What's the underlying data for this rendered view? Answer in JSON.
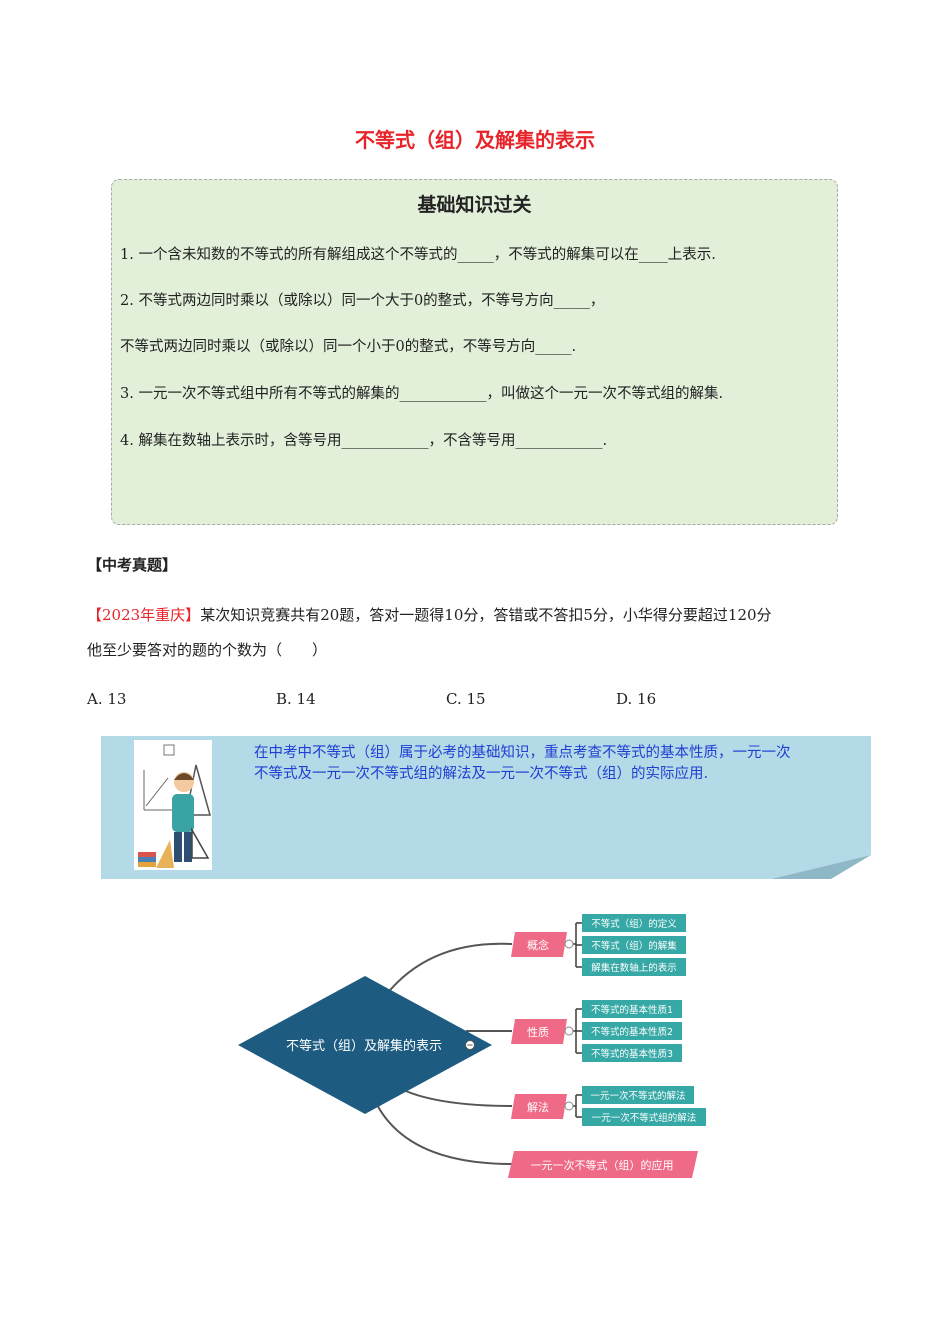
{
  "title": "不等式（组）及解集的表示",
  "knowledge": {
    "heading": "基础知识过关",
    "items": [
      "1.  一个含未知数的不等式的所有解组成这个不等式的_____，不等式的解集可以在____上表示.",
      "2.  不等式两边同时乘以（或除以）同一个大于0的整式，不等号方向_____，",
      "     不等式两边同时乘以（或除以）同一个小于0的整式，不等号方向_____.",
      "3.  一元一次不等式组中所有不等式的解集的____________，叫做这个一元一次不等式组的解集.",
      "4.  解集在数轴上表示时，含等号用____________，不含等号用____________."
    ]
  },
  "exam": {
    "section_label": "【中考真题】",
    "tag": "【2023年重庆】",
    "question_line1": "某次知识竞赛共有20题，答对一题得10分，答错或不答扣5分，小华得分要超过120分",
    "question_line2": "他至少要答对的题的个数为（　　）",
    "options": [
      "A. 13",
      "B. 14",
      "C. 15",
      "D. 16"
    ]
  },
  "tip": {
    "line1": "在中考中不等式（组）属于必考的基础知识，重点考查不等式的基本性质，一元一次",
    "line2": "不等式及一元一次不等式组的解法及一元一次不等式（组）的实际应用."
  },
  "mindmap": {
    "center": "不等式（组）及解集的表示",
    "branches": [
      {
        "label": "概念",
        "children": [
          "不等式（组）的定义",
          "不等式（组）的解集",
          "解集在数轴上的表示"
        ]
      },
      {
        "label": "性质",
        "children": [
          "不等式的基本性质1",
          "不等式的基本性质2",
          "不等式的基本性质3"
        ]
      },
      {
        "label": "解法",
        "children": [
          "一元一次不等式的解法",
          "一元一次不等式组的解法"
        ]
      },
      {
        "label": "一元一次不等式（组）的应用",
        "children": []
      }
    ],
    "colors": {
      "center": "#1d5c80",
      "branch": "#ef6a86",
      "child": "#36a8a6",
      "line": "#555555"
    }
  }
}
